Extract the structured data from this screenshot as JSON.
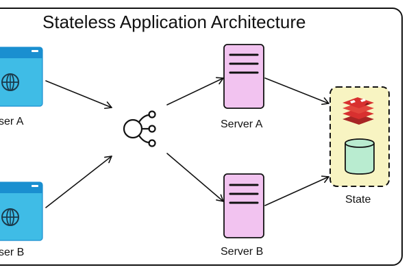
{
  "diagram": {
    "title": "Stateless Application Architecture",
    "labels": {
      "user_a": "ser A",
      "user_b": "ser B",
      "server_a": "Server A",
      "server_b": "Server B",
      "state": "State"
    },
    "icons": {
      "user_a": "browser-window-icon",
      "user_b": "browser-window-icon",
      "load_balancer": "load-balancer-icon",
      "server_a": "server-icon",
      "server_b": "server-icon",
      "cache": "redis-logo-icon",
      "database": "database-cylinder-icon"
    },
    "colors": {
      "browser": "#3fbce6",
      "browser_bar": "#1a8fd0",
      "server": "#f2c3f0",
      "state_group": "#f8f4c2",
      "database": "#b9ecd0",
      "redis": "#d8302f",
      "stroke": "#111111"
    },
    "connections": [
      {
        "from": "user-a",
        "to": "load-balancer"
      },
      {
        "from": "user-b",
        "to": "load-balancer"
      },
      {
        "from": "load-balancer",
        "to": "server-a"
      },
      {
        "from": "load-balancer",
        "to": "server-b"
      },
      {
        "from": "server-a",
        "to": "state"
      },
      {
        "from": "server-b",
        "to": "state"
      }
    ]
  }
}
